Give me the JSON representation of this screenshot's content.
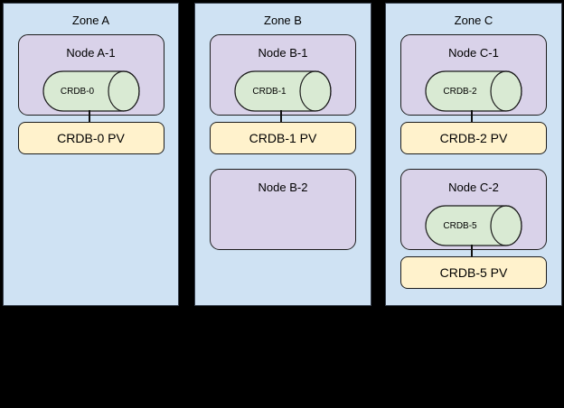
{
  "palette": {
    "background": "#000000",
    "zone_fill": "#cfe2f3",
    "node_fill": "#d9d2e9",
    "db_fill": "#d9ead3",
    "pv_fill": "#fff2cc",
    "border": "#1c1c1c",
    "zone_border": "#37404d"
  },
  "zones": [
    {
      "title": "Zone A",
      "nodes": [
        {
          "title": "Node A-1",
          "pod": "CRDB-0",
          "pv": "CRDB-0 PV"
        }
      ]
    },
    {
      "title": "Zone B",
      "nodes": [
        {
          "title": "Node B-1",
          "pod": "CRDB-1",
          "pv": "CRDB-1 PV"
        },
        {
          "title": "Node B-2"
        }
      ]
    },
    {
      "title": "Zone C",
      "nodes": [
        {
          "title": "Node C-1",
          "pod": "CRDB-2",
          "pv": "CRDB-2 PV"
        },
        {
          "title": "Node C-2",
          "pod": "CRDB-5",
          "pv": "CRDB-5 PV"
        }
      ]
    }
  ]
}
